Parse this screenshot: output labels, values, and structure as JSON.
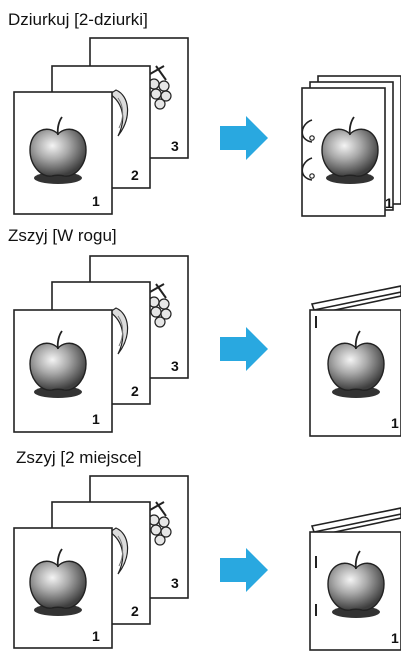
{
  "sections": [
    {
      "title": "Dziurkuj [2-dziurki]",
      "input_page_numbers": [
        "3",
        "2",
        "1"
      ],
      "output_page_number": "1",
      "finish": "punch-2-holes"
    },
    {
      "title": "Zszyj [W rogu]",
      "input_page_numbers": [
        "3",
        "2",
        "1"
      ],
      "output_page_number": "1",
      "finish": "staple-corner"
    },
    {
      "title": "Zszyj [2 miejsce]",
      "input_page_numbers": [
        "3",
        "2",
        "1"
      ],
      "output_page_number": "1",
      "finish": "staple-2-positions"
    }
  ],
  "colors": {
    "arrow": "#29a8e0",
    "outline": "#222222",
    "apple_shadow": "#333333"
  },
  "icons": [
    "apple-icon",
    "banana-icon",
    "grapes-icon",
    "arrow-right-icon",
    "punch-hole-icon",
    "staple-icon"
  ]
}
